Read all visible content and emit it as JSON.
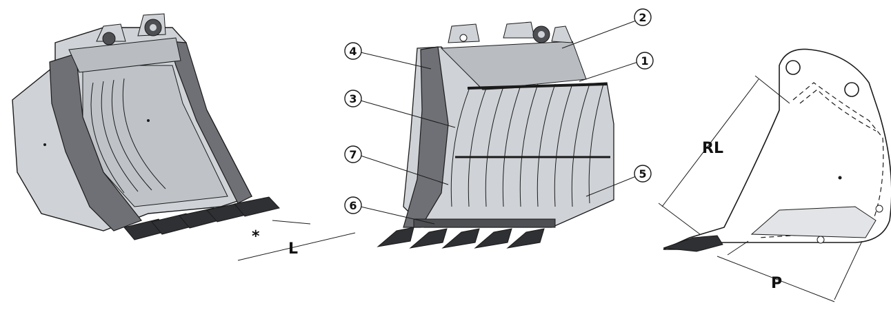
{
  "views": {
    "left": {
      "dimensions": {
        "width_label": "L",
        "tooth_spacing_label": "*"
      }
    },
    "middle": {
      "callouts": [
        "1",
        "2",
        "3",
        "4",
        "5",
        "6",
        "7"
      ]
    },
    "right": {
      "dimensions": {
        "radius_label": "RL",
        "pitch_label": "P"
      }
    }
  },
  "colors": {
    "body": "#cfd2d6",
    "body_shade": "#b9bdc2",
    "side_plate": "#6f7075",
    "dark": "#4e4f53",
    "line": "#1a1a1a",
    "tooth": "#2f3034"
  }
}
